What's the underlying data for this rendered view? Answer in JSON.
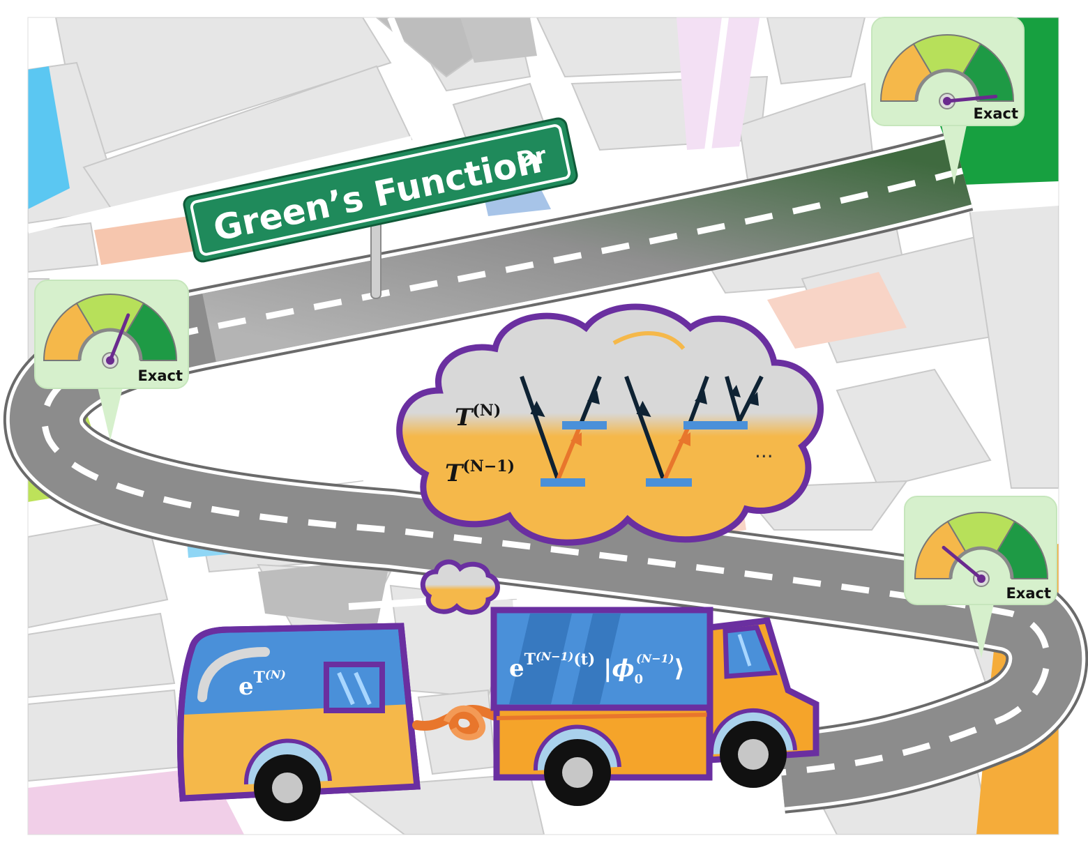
{
  "street_sign": {
    "name": "Green’s Function",
    "suffix": "Dr"
  },
  "gauges": [
    {
      "label": "Exact",
      "level": 0.62
    },
    {
      "label": "Exact",
      "level": 0.97
    },
    {
      "label": "Exact",
      "level": 0.22
    }
  ],
  "thought_cloud": {
    "label_top": "T",
    "label_top_sup": "(N)",
    "label_bottom": "T",
    "label_bottom_sup": "(N−1)",
    "ellipsis": "···"
  },
  "trailer": {
    "base": "e",
    "sup_base": "T",
    "sup_sup": "(N)"
  },
  "truck": {
    "base": "e",
    "sup_base": "T",
    "sup_sup": "(N−1)",
    "sup_arg": "(t)",
    "ket_symbol": "ϕ",
    "ket_sub": "0",
    "ket_sup": "(N−1)"
  },
  "colors": {
    "road": "#9a9a9a",
    "sign_green": "#1f8a5b",
    "gauge_orange": "#f5b84a",
    "gauge_light_green": "#b7e05a",
    "gauge_green": "#1e9a45",
    "needle_purple": "#6a2a8e",
    "outline_purple": "#6a2fa0",
    "truck_blue": "#4a90d9",
    "truck_orange": "#f5a42a",
    "diagram_line": "#0e2233",
    "diagram_arrow": "#e8762c",
    "diagram_level": "#4a90d9"
  }
}
